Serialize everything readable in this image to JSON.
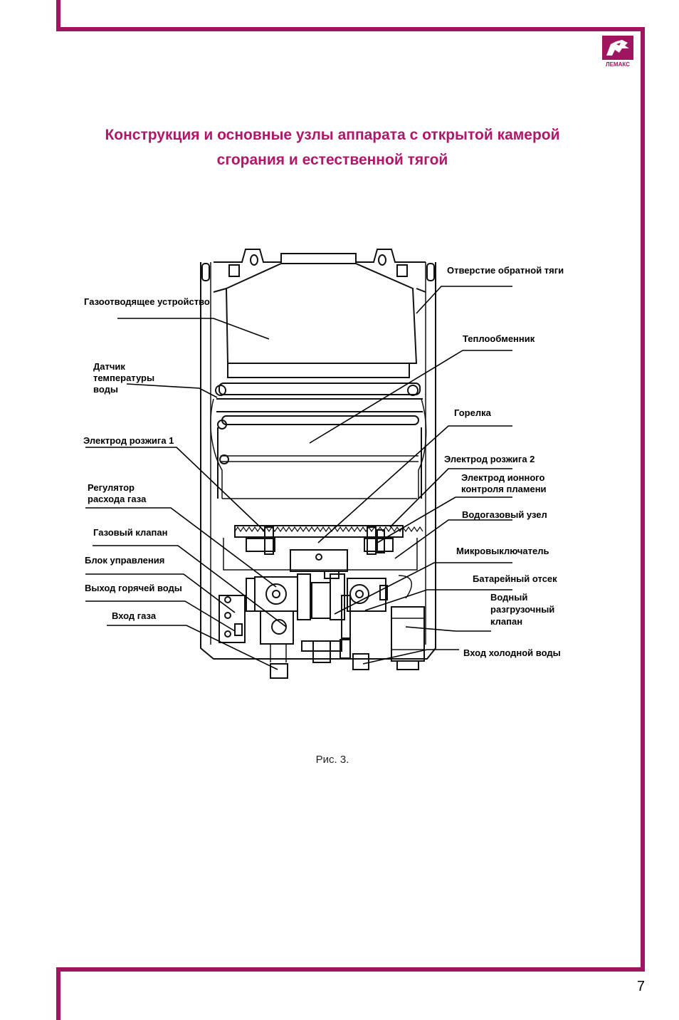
{
  "brand": {
    "logo_text": "ЛЕМАКС",
    "color": "#a0155f"
  },
  "title": {
    "line1": "Конструкция и основные узлы аппарата с открытой камерой",
    "line2": "сгорания и естественной тягой"
  },
  "labels": {
    "back_draft_hole": "Отверстие обратной тяги",
    "flue_device": "Газоотводящее устройство",
    "heat_exchanger": "Теплообменник",
    "water_temp_sensor_1": "Датчик",
    "water_temp_sensor_2": "температуры",
    "water_temp_sensor_3": "воды",
    "burner": "Горелка",
    "ignition_electrode_1": "Электрод розжига 1",
    "ignition_electrode_2": "Электрод розжига 2",
    "ion_electrode_1": "Электрод ионного",
    "ion_electrode_2": "контроля пламени",
    "gas_regulator_1": "Регулятор",
    "gas_regulator_2": "расхода газа",
    "water_gas_unit": "Водогазовый узел",
    "gas_valve": "Газовый клапан",
    "microswitch": "Микровыключатель",
    "control_unit": "Блок управления",
    "battery_box": "Батарейный отсек",
    "hot_water_outlet": "Выход горячей воды",
    "relief_valve_1": "Водный",
    "relief_valve_2": "разгрузочный",
    "relief_valve_3": "клапан",
    "gas_inlet": "Вход газа",
    "cold_water_inlet": "Вход холодной воды"
  },
  "caption": "Рис. 3.",
  "page_number": "7"
}
